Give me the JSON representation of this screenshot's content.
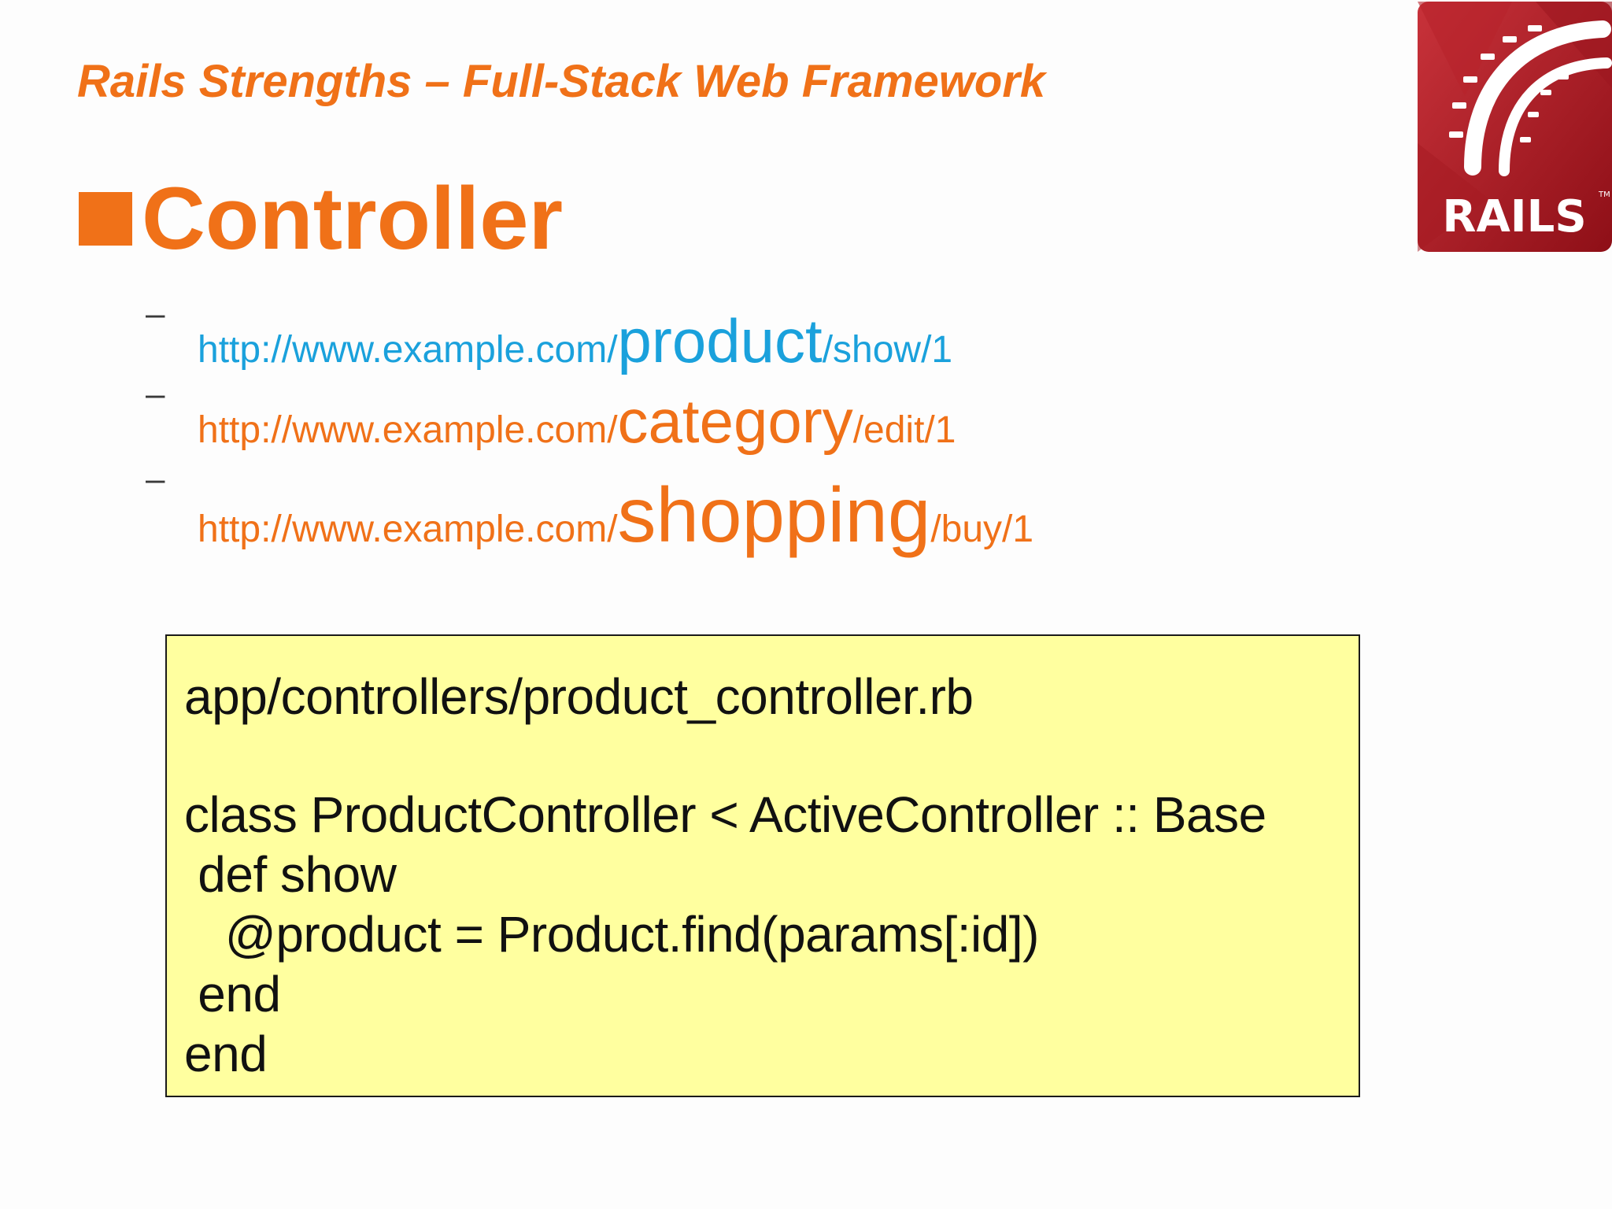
{
  "slide": {
    "subtitle": "Rails Strengths – Full-Stack Web Framework",
    "heading": "Controller",
    "urls": [
      {
        "prefix": "http://www.example.com/",
        "key": "product",
        "suffix": "/show/1",
        "color": "#1aa1dc"
      },
      {
        "prefix": "http://www.example.com/",
        "key": "category",
        "suffix": "/edit/1",
        "color": "#f07118"
      },
      {
        "prefix": "http://www.example.com/",
        "key": "shopping",
        "suffix": "/buy/1",
        "color": "#f07118"
      }
    ],
    "dash": "–",
    "code": {
      "filename": "app/controllers/product_controller.rb",
      "lines": [
        "class ProductController < ActiveController :: Base",
        " def show",
        "   @product = Product.find(params[:id])",
        " end",
        "end"
      ]
    },
    "logo": {
      "text": "RAILS",
      "icon": "rails-logo-icon"
    }
  },
  "colors": {
    "accent": "#f07118",
    "link_blue": "#1aa1dc",
    "code_bg": "#ffff9f",
    "logo_red": "#a3141d"
  }
}
